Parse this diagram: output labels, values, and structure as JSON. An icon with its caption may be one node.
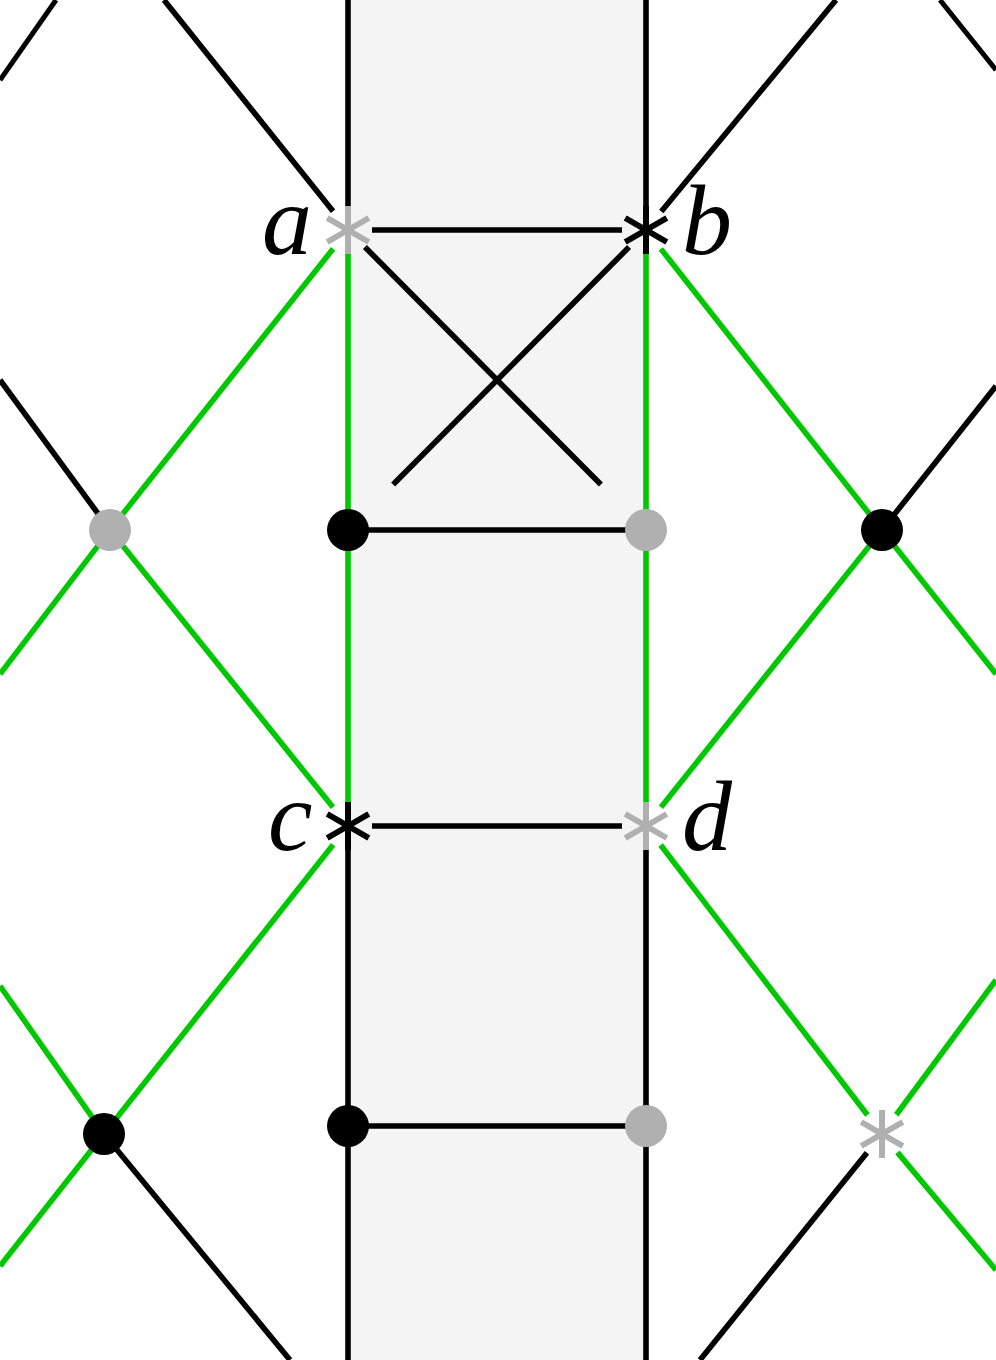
{
  "diagram": {
    "nodes": [
      {
        "text": [],
        "shape": "asterisk",
        "beside": [
          "a"
        ]
      },
      {
        "text": [],
        "shape": "asterisk",
        "beside": [
          "b"
        ]
      },
      {
        "text": [],
        "shape": "circle"
      },
      {
        "text": [],
        "shape": "circle"
      },
      {
        "text": [],
        "shape": "circle"
      },
      {
        "text": [],
        "shape": "circle"
      },
      {
        "text": [],
        "shape": "asterisk",
        "beside": [
          "c"
        ]
      },
      {
        "text": [],
        "shape": "asterisk",
        "beside": [
          "d"
        ]
      },
      {
        "text": [],
        "shape": "circle"
      },
      {
        "text": [],
        "shape": "circle"
      },
      {
        "text": [],
        "shape": "circle"
      },
      {
        "text": [],
        "shape": "asterisk"
      }
    ],
    "edges": [
      {
        "from": null,
        "to": 0,
        "arrow": "none"
      },
      {
        "from": null,
        "to": 0,
        "arrow": "none"
      },
      {
        "from": null,
        "to": 1,
        "arrow": "none"
      },
      {
        "from": 1,
        "to": null,
        "arrow": "none"
      },
      {
        "from": 0,
        "to": 1,
        "arrow": "none"
      },
      {
        "from": 0,
        "to": 4,
        "arrow": "none"
      },
      {
        "from": 1,
        "to": 3,
        "arrow": "none"
      },
      {
        "from": 3,
        "to": 4,
        "arrow": "none"
      },
      {
        "from": 6,
        "to": 7,
        "arrow": "none"
      },
      {
        "from": 9,
        "to": 10,
        "arrow": "none"
      },
      {
        "from": 6,
        "to": 9,
        "arrow": "none"
      },
      {
        "from": 9,
        "to": null,
        "arrow": "none"
      },
      {
        "from": 7,
        "to": 10,
        "arrow": "none"
      },
      {
        "from": 10,
        "to": null,
        "arrow": "none"
      },
      {
        "from": null,
        "to": 2,
        "arrow": "none"
      },
      {
        "from": 5,
        "to": null,
        "arrow": "none"
      },
      {
        "from": 8,
        "to": null,
        "arrow": "none"
      },
      {
        "from": 11,
        "to": null,
        "arrow": "none"
      },
      {
        "from": 0,
        "to": 3,
        "arrow": "none",
        "color": "#00c800"
      },
      {
        "from": 3,
        "to": 6,
        "arrow": "none",
        "color": "#00c800"
      },
      {
        "from": 1,
        "to": 4,
        "arrow": "none",
        "color": "#00c800"
      },
      {
        "from": 4,
        "to": 7,
        "arrow": "none",
        "color": "#00c800"
      },
      {
        "from": 0,
        "to": 2,
        "arrow": "none",
        "color": "#00c800"
      },
      {
        "from": 2,
        "to": null,
        "arrow": "none",
        "color": "#00c800"
      },
      {
        "from": 2,
        "to": 6,
        "arrow": "none",
        "color": "#00c800"
      },
      {
        "from": null,
        "to": 8,
        "arrow": "none",
        "color": "#00c800"
      },
      {
        "from": 6,
        "to": 8,
        "arrow": "none",
        "color": "#00c800"
      },
      {
        "from": 8,
        "to": null,
        "arrow": "none",
        "color": "#00c800"
      },
      {
        "from": 1,
        "to": 5,
        "arrow": "none",
        "color": "#00c800"
      },
      {
        "from": 5,
        "to": null,
        "arrow": "none",
        "color": "#00c800"
      },
      {
        "from": 5,
        "to": 7,
        "arrow": "none",
        "color": "#00c800"
      },
      {
        "from": 7,
        "to": 11,
        "arrow": "none",
        "color": "#00c800"
      },
      {
        "from": 11,
        "to": null,
        "arrow": "none",
        "color": "#00c800"
      },
      {
        "from": null,
        "to": 11,
        "arrow": "none",
        "color": "#00c800"
      }
    ]
  }
}
